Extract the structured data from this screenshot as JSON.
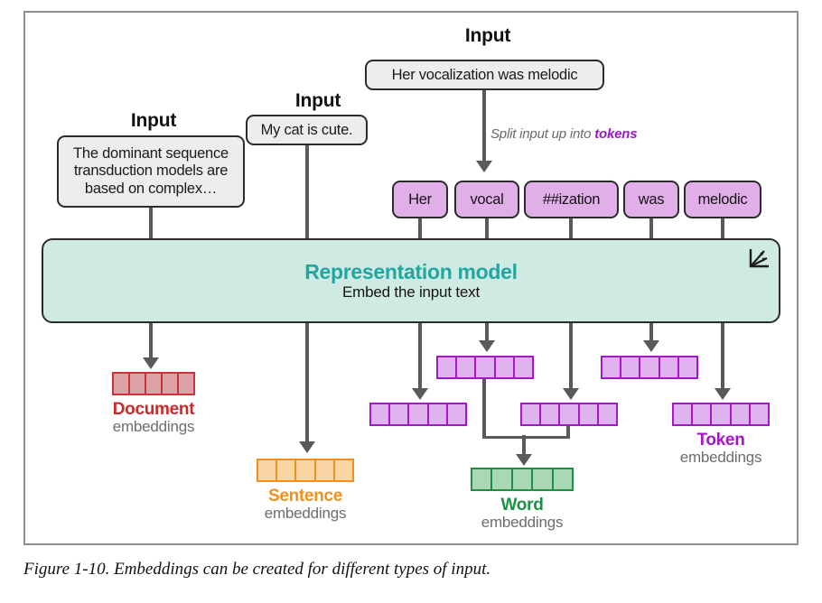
{
  "figure": {
    "caption": "Figure 1-10. Embeddings can be created for different types of input."
  },
  "inputs": [
    {
      "label": "Input",
      "text": "The dominant sequence transduction models are based on complex…",
      "kind": "document"
    },
    {
      "label": "Input",
      "text": "My cat is cute.",
      "kind": "sentence"
    },
    {
      "label": "Input",
      "text": "Her vocalization was melodic",
      "kind": "tokens"
    }
  ],
  "annotation": {
    "prefix": "Split input up into ",
    "highlight": "tokens"
  },
  "tokens": [
    "Her",
    "vocal",
    "##ization",
    "was",
    "melodic"
  ],
  "model": {
    "title": "Representation model",
    "subtitle": "Embed the input text",
    "icon": "vector-space-icon",
    "title_color": "#22a6a0",
    "fill_color": "#cfe9e3"
  },
  "embeddings": [
    {
      "name": "Document",
      "sub": "embeddings",
      "color": "#cc2a2a",
      "fill": "#dda2a7",
      "cells": 5,
      "style": "red"
    },
    {
      "name": "Sentence",
      "sub": "embeddings",
      "color": "#f2911f",
      "fill": "#fbd6a4",
      "cells": 5,
      "style": "orange"
    },
    {
      "name": "Word",
      "sub": "embeddings",
      "color": "#1c9046",
      "fill": "#abd8b4",
      "cells": 5,
      "style": "green"
    },
    {
      "name": "Token",
      "sub": "embeddings",
      "color": "#a317c9",
      "fill": "#dfb1ef",
      "cells": 5,
      "style": "purple"
    }
  ],
  "token_vectors": [
    {
      "cells": 5,
      "row": "upper"
    },
    {
      "cells": 5,
      "row": "lower"
    },
    {
      "cells": 5,
      "row": "lower"
    },
    {
      "cells": 5,
      "row": "upper"
    },
    {
      "cells": 5,
      "row": "lower"
    }
  ]
}
